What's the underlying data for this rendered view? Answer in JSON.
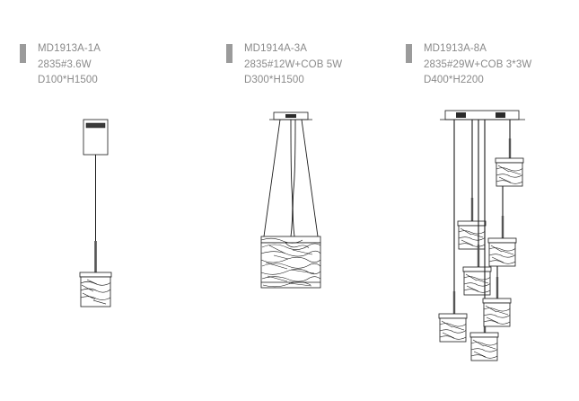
{
  "page": {
    "background": "#ffffff",
    "text_color": "#8a8a8a",
    "marker_color": "#9b9b9b",
    "line_color": "#1a1a1a"
  },
  "products": [
    {
      "id": "product-1",
      "marker": "spec-marker-bar",
      "model": "MD1913A-1A",
      "lamp_spec": "2835#3.6W",
      "dimensions": "D100*H1500",
      "drawing": {
        "name": "single-pendant-lamp-drawing",
        "shade_count": 1,
        "canopy_type": "rectangular-box"
      }
    },
    {
      "id": "product-2",
      "marker": "spec-marker-bar",
      "model": "MD1914A-3A",
      "lamp_spec": "2835#12W+COB 5W",
      "dimensions": "D300*H1500",
      "drawing": {
        "name": "wide-drum-pendant-lamp-drawing",
        "shade_count": 1,
        "canopy_type": "flat-plate"
      }
    },
    {
      "id": "product-3",
      "marker": "spec-marker-bar",
      "model": "MD1913A-8A",
      "lamp_spec": "2835#29W+COB 3*3W",
      "dimensions": "D400*H2200",
      "drawing": {
        "name": "multi-pendant-cluster-lamp-drawing",
        "shade_count": 7,
        "canopy_type": "linear-bar"
      }
    }
  ]
}
